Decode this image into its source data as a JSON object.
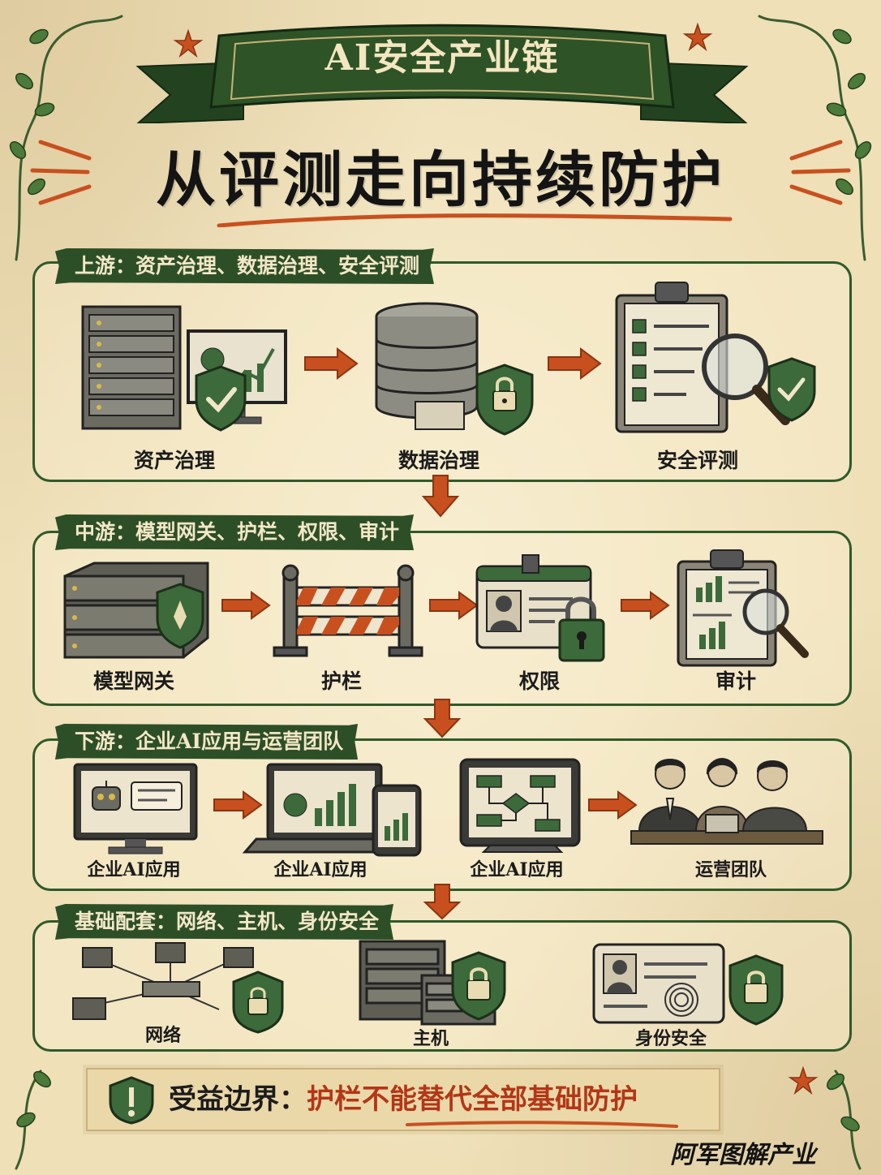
{
  "header": {
    "ribbon_title": "AI安全产业链",
    "main_title": "从评测走向持续防护"
  },
  "sections": [
    {
      "label": "上游：资产治理、数据治理、安全评测",
      "items": [
        {
          "label": "资产治理",
          "icon": "server-monitor-shield-icon"
        },
        {
          "label": "数据治理",
          "icon": "database-lock-icon"
        },
        {
          "label": "安全评测",
          "icon": "clipboard-magnifier-icon"
        }
      ]
    },
    {
      "label": "中游：模型网关、护栏、权限、审计",
      "items": [
        {
          "label": "模型网关",
          "icon": "gateway-shield-icon"
        },
        {
          "label": "护栏",
          "icon": "barrier-icon"
        },
        {
          "label": "权限",
          "icon": "id-badge-lock-icon"
        },
        {
          "label": "审计",
          "icon": "audit-clipboard-icon"
        }
      ]
    },
    {
      "label": "下游：企业AI应用与运营团队",
      "items": [
        {
          "label": "企业AI应用",
          "icon": "chatbot-monitor-icon"
        },
        {
          "label": "企业AI应用",
          "icon": "laptop-phone-icon"
        },
        {
          "label": "企业AI应用",
          "icon": "tablet-flowchart-icon"
        },
        {
          "label": "运营团队",
          "icon": "team-icon"
        }
      ]
    },
    {
      "label": "基础配套：网络、主机、身份安全",
      "items": [
        {
          "label": "网络",
          "icon": "network-shield-icon"
        },
        {
          "label": "主机",
          "icon": "host-lock-icon"
        },
        {
          "label": "身份安全",
          "icon": "identity-fingerprint-icon"
        }
      ]
    }
  ],
  "benefit": {
    "icon": "shield-alert-icon",
    "label": "受益边界：",
    "value": "护栏不能替代全部基础防护"
  },
  "signature": "阿军图解产业",
  "colors": {
    "paper": "#efe0b8",
    "green": "#2d4f28",
    "accent_orange": "#c8501f",
    "ink": "#1b1b1b"
  }
}
